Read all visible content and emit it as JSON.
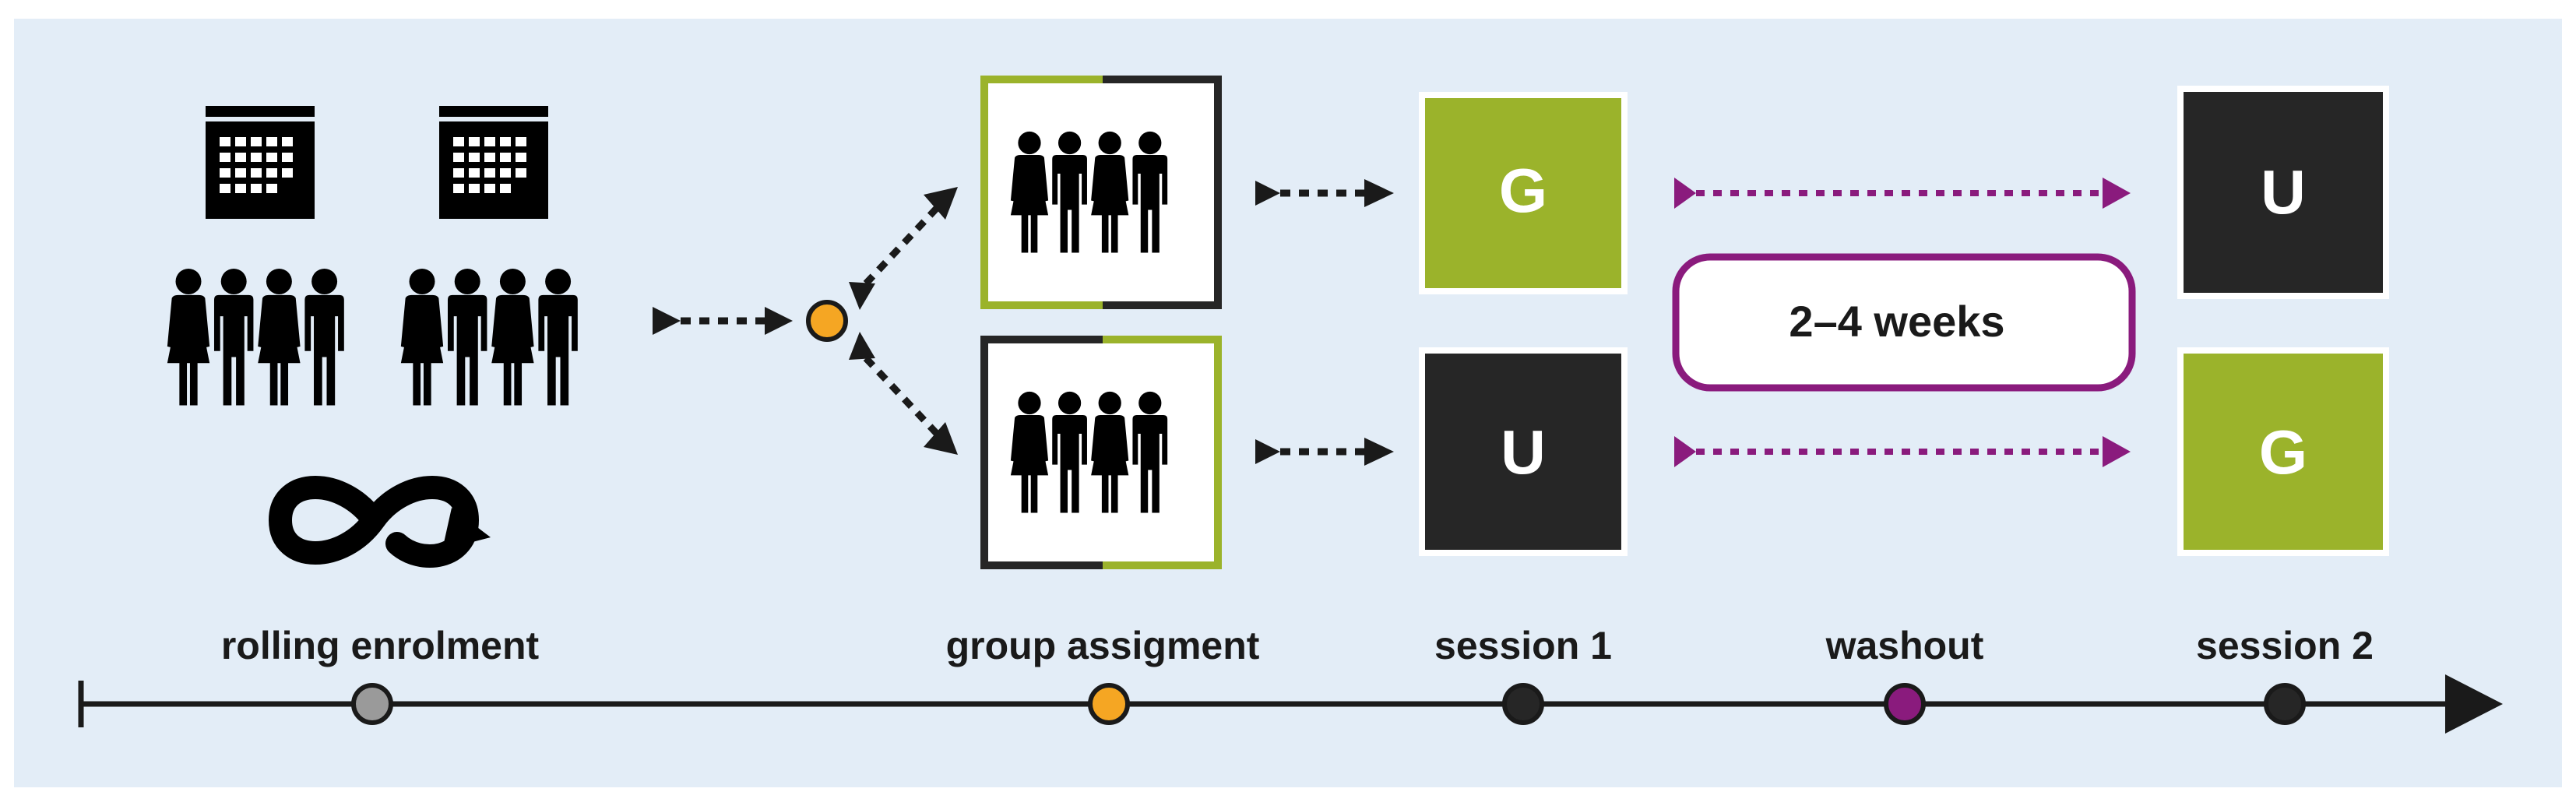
{
  "colors": {
    "background": "#e3edf7",
    "dark": "#262626",
    "green": "#9bb32b",
    "purple": "#8a1b7d",
    "orange": "#f5a623",
    "gray": "#9a9a9a"
  },
  "icons": {
    "calendar": "calendar-icon",
    "people": "people-group-icon",
    "cycle": "infinity-loop-icon"
  },
  "boxes": {
    "session1_top": "G",
    "session1_bottom": "U",
    "session2_top": "U",
    "session2_bottom": "G"
  },
  "washout_label": "2–4 weeks",
  "timeline": {
    "labels": {
      "enrolment": "rolling enrolment",
      "assignment": "group assigment",
      "session1": "session 1",
      "washout": "washout",
      "session2": "session 2"
    }
  }
}
